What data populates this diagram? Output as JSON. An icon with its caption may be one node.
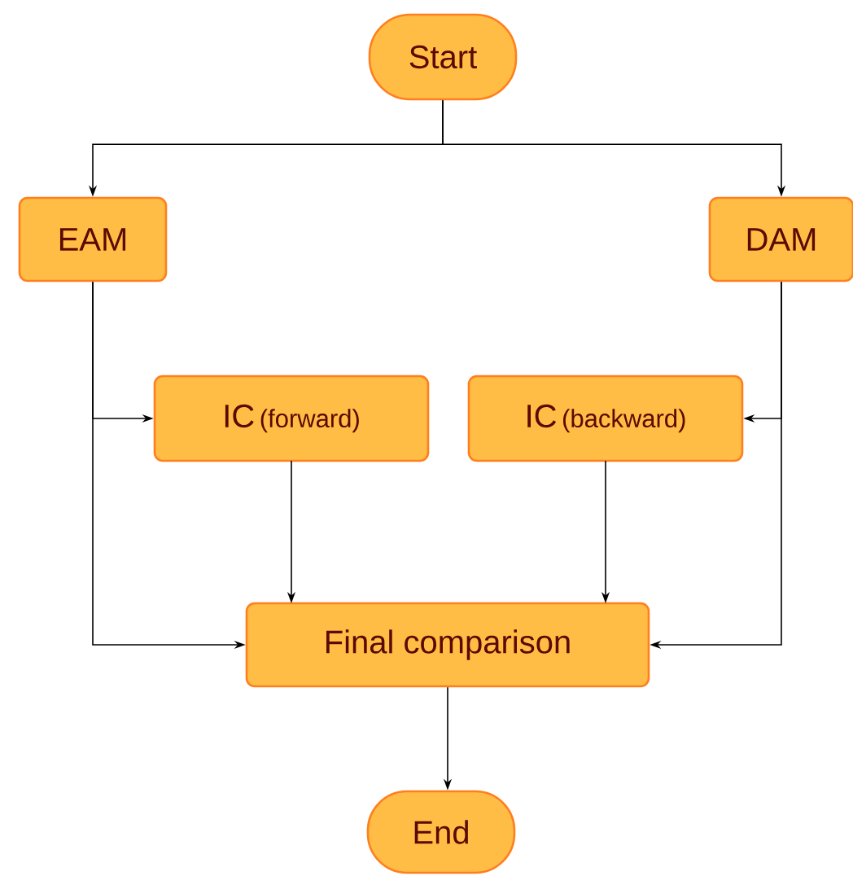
{
  "diagram": {
    "nodes": [
      {
        "text": [
          "Start"
        ]
      },
      {
        "text": [
          "EAM"
        ]
      },
      {
        "text": [
          "DAM"
        ]
      },
      {
        "text": [
          "IC",
          "(forward)"
        ]
      },
      {
        "text": [
          "IC",
          "(backward)"
        ]
      },
      {
        "text": [
          "Final comparison"
        ]
      },
      {
        "text": [
          "End"
        ]
      }
    ],
    "edges": [
      {
        "from": 0,
        "to": 1,
        "arrow": "to"
      },
      {
        "from": 0,
        "to": 2,
        "arrow": "to"
      },
      {
        "from": 1,
        "to": 3,
        "arrow": "to"
      },
      {
        "from": 1,
        "to": 5,
        "arrow": "to"
      },
      {
        "from": 2,
        "to": 4,
        "arrow": "to"
      },
      {
        "from": 2,
        "to": 5,
        "arrow": "to"
      },
      {
        "from": 3,
        "to": 5,
        "arrow": "to"
      },
      {
        "from": 4,
        "to": 5,
        "arrow": "to"
      },
      {
        "from": 5,
        "to": 6,
        "arrow": "to"
      }
    ]
  }
}
